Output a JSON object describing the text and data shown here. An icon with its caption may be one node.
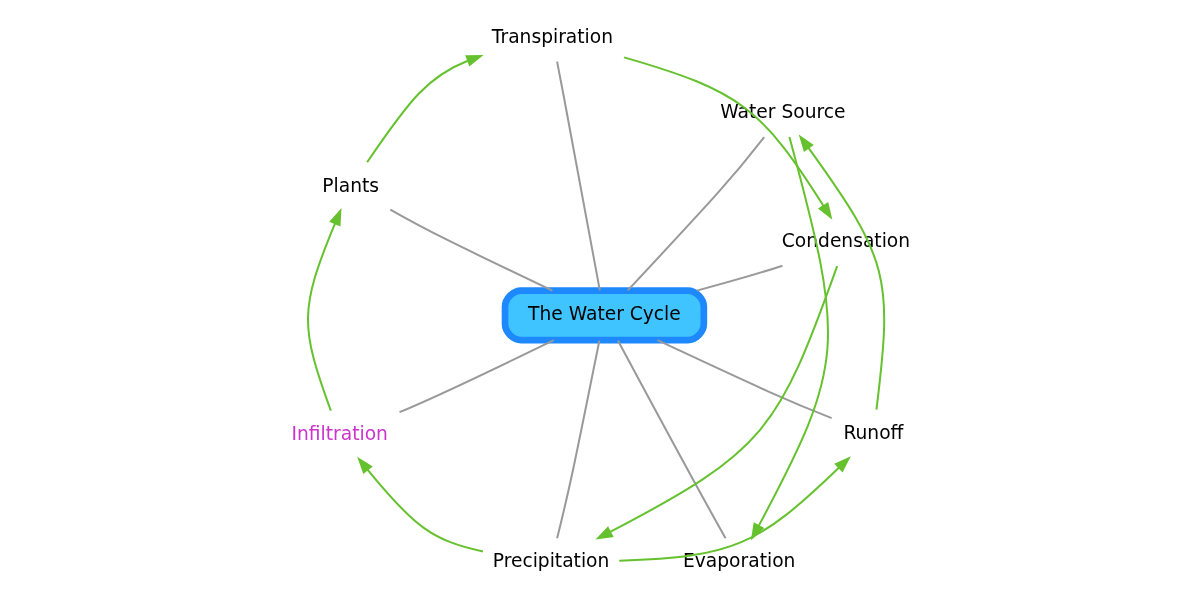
{
  "diagram": {
    "nodes": [
      {
        "text": [
          "The Water Cycle"
        ]
      },
      {
        "text": [
          "Condensation"
        ]
      },
      {
        "text": [
          "Evaporation"
        ]
      },
      {
        "text": [
          "Transpiration"
        ]
      },
      {
        "text": [
          "Water Source"
        ]
      },
      {
        "text": [
          "Plants"
        ]
      },
      {
        "text": [
          "Precipitation"
        ]
      },
      {
        "text": [
          "Runoff"
        ]
      },
      {
        "text": [
          "Infiltration"
        ]
      }
    ],
    "edges": [
      {
        "from": 0,
        "to": 1,
        "arrow": "none"
      },
      {
        "from": 0,
        "to": 2,
        "arrow": "none"
      },
      {
        "from": 0,
        "to": 3,
        "arrow": "none"
      },
      {
        "from": 0,
        "to": 4,
        "arrow": "none"
      },
      {
        "from": 0,
        "to": 5,
        "arrow": "none"
      },
      {
        "from": 0,
        "to": 6,
        "arrow": "none"
      },
      {
        "from": 0,
        "to": 7,
        "arrow": "none"
      },
      {
        "from": 0,
        "to": 8,
        "arrow": "none"
      },
      {
        "from": 3,
        "to": 1,
        "arrow": "to",
        "color": "#66c12e"
      },
      {
        "from": 4,
        "to": 2,
        "arrow": "to",
        "color": "#66c12e"
      },
      {
        "from": 1,
        "to": 6,
        "arrow": "to",
        "color": "#66c12e"
      },
      {
        "from": 6,
        "to": 7,
        "arrow": "to",
        "color": "#66c12e"
      },
      {
        "from": 6,
        "to": 8,
        "arrow": "to",
        "color": "#66c12e"
      },
      {
        "from": 7,
        "to": 4,
        "arrow": "to",
        "color": "#66c12e"
      },
      {
        "from": 5,
        "to": 3,
        "arrow": "to",
        "color": "#66c12e"
      },
      {
        "from": 8,
        "to": 5,
        "arrow": "to",
        "color": "#66c12e"
      }
    ]
  }
}
